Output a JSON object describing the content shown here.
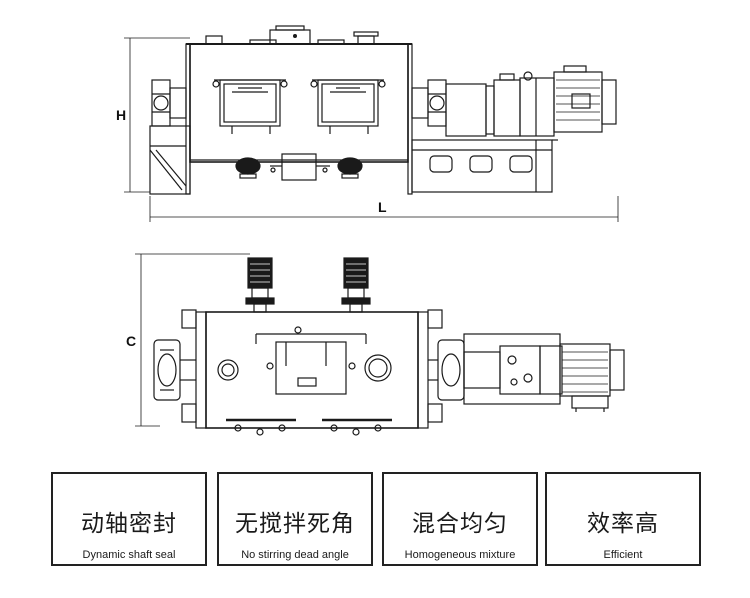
{
  "dimensions": {
    "height_label": "H",
    "length_label": "L",
    "width_label": "C"
  },
  "features": [
    {
      "zh": "动轴密封",
      "en": "Dynamic shaft seal"
    },
    {
      "zh": "无搅拌死角",
      "en": "No stirring dead angle"
    },
    {
      "zh": "混合均匀",
      "en": "Homogeneous mixture"
    },
    {
      "zh": "效率高",
      "en": "Efficient"
    }
  ]
}
